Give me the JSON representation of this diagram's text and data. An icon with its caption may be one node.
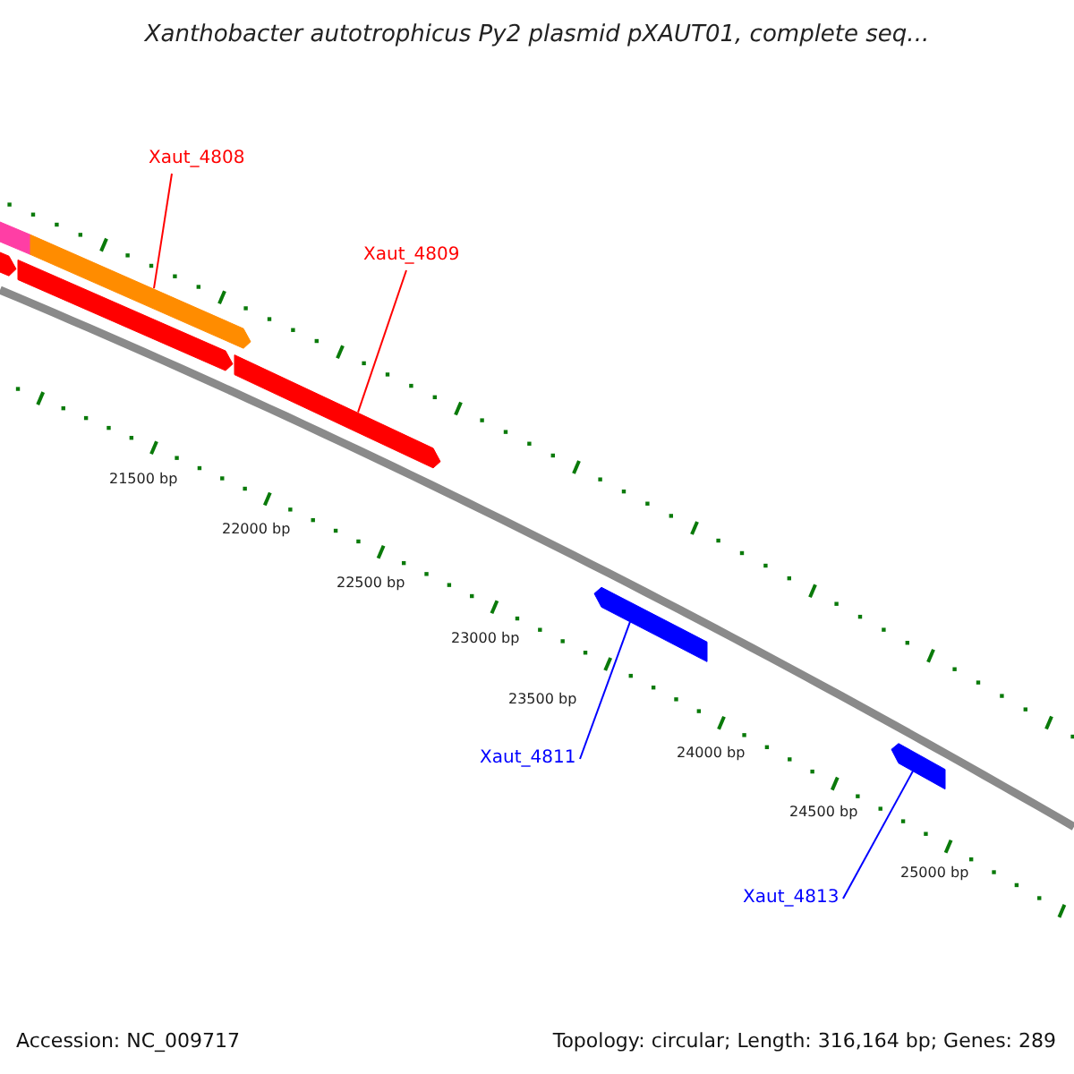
{
  "diagram": {
    "title": "Xanthobacter autotrophicus Py2 plasmid pXAUT01, complete seq...",
    "nodes": [
      {
        "text": [
          "Xaut_4808"
        ]
      },
      {
        "text": [
          "Xaut_4809"
        ]
      },
      {
        "text": [],
        "shape": "bar"
      },
      {
        "text": [],
        "shape": "bar"
      },
      {
        "text": [],
        "shape": "bar"
      },
      {
        "text": [],
        "shape": "bar"
      },
      {
        "text": [],
        "shape": "bar"
      },
      {
        "text": [],
        "shape": "bar"
      },
      {
        "text": [],
        "shape": "bar"
      },
      {
        "text": [
          "Xaut_4811"
        ]
      },
      {
        "text": [
          "Xaut_4813"
        ]
      }
    ],
    "edges": [
      {
        "from": 0,
        "to": 3,
        "arrow": "none",
        "color": "#ff0000"
      },
      {
        "from": 1,
        "to": 6,
        "arrow": "none",
        "color": "#ff0000"
      },
      {
        "from": 9,
        "to": 7,
        "arrow": "none",
        "color": "#0000ff"
      },
      {
        "from": 10,
        "to": 8,
        "arrow": "none",
        "color": "#0000ff"
      }
    ],
    "labels": [
      "21500 bp",
      "22000 bp",
      "22500 bp",
      "23000 bp",
      "23500 bp",
      "24000 bp",
      "24500 bp",
      "25000 bp",
      "Accession: NC_009717",
      "Topology: circular; Length: 316,164 bp; Genes: 289"
    ]
  }
}
